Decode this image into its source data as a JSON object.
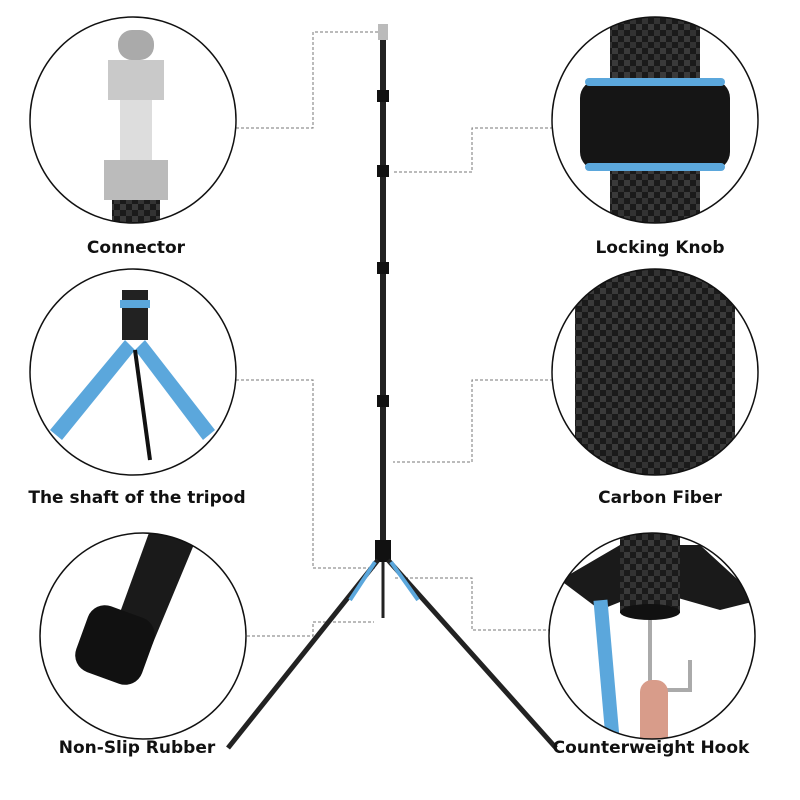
{
  "labels": {
    "connector": "Connector",
    "locking_knob": "Locking Knob",
    "shaft": "The shaft of the tripod",
    "carbon_fiber": "Carbon Fiber",
    "non_slip_rubber": "Non-Slip Rubber",
    "counterweight_hook": "Counterweight Hook"
  },
  "colors": {
    "accent_blue": "#5ba7dc",
    "carbon": "#1c1c1c",
    "silver": "#c9c9c9"
  }
}
